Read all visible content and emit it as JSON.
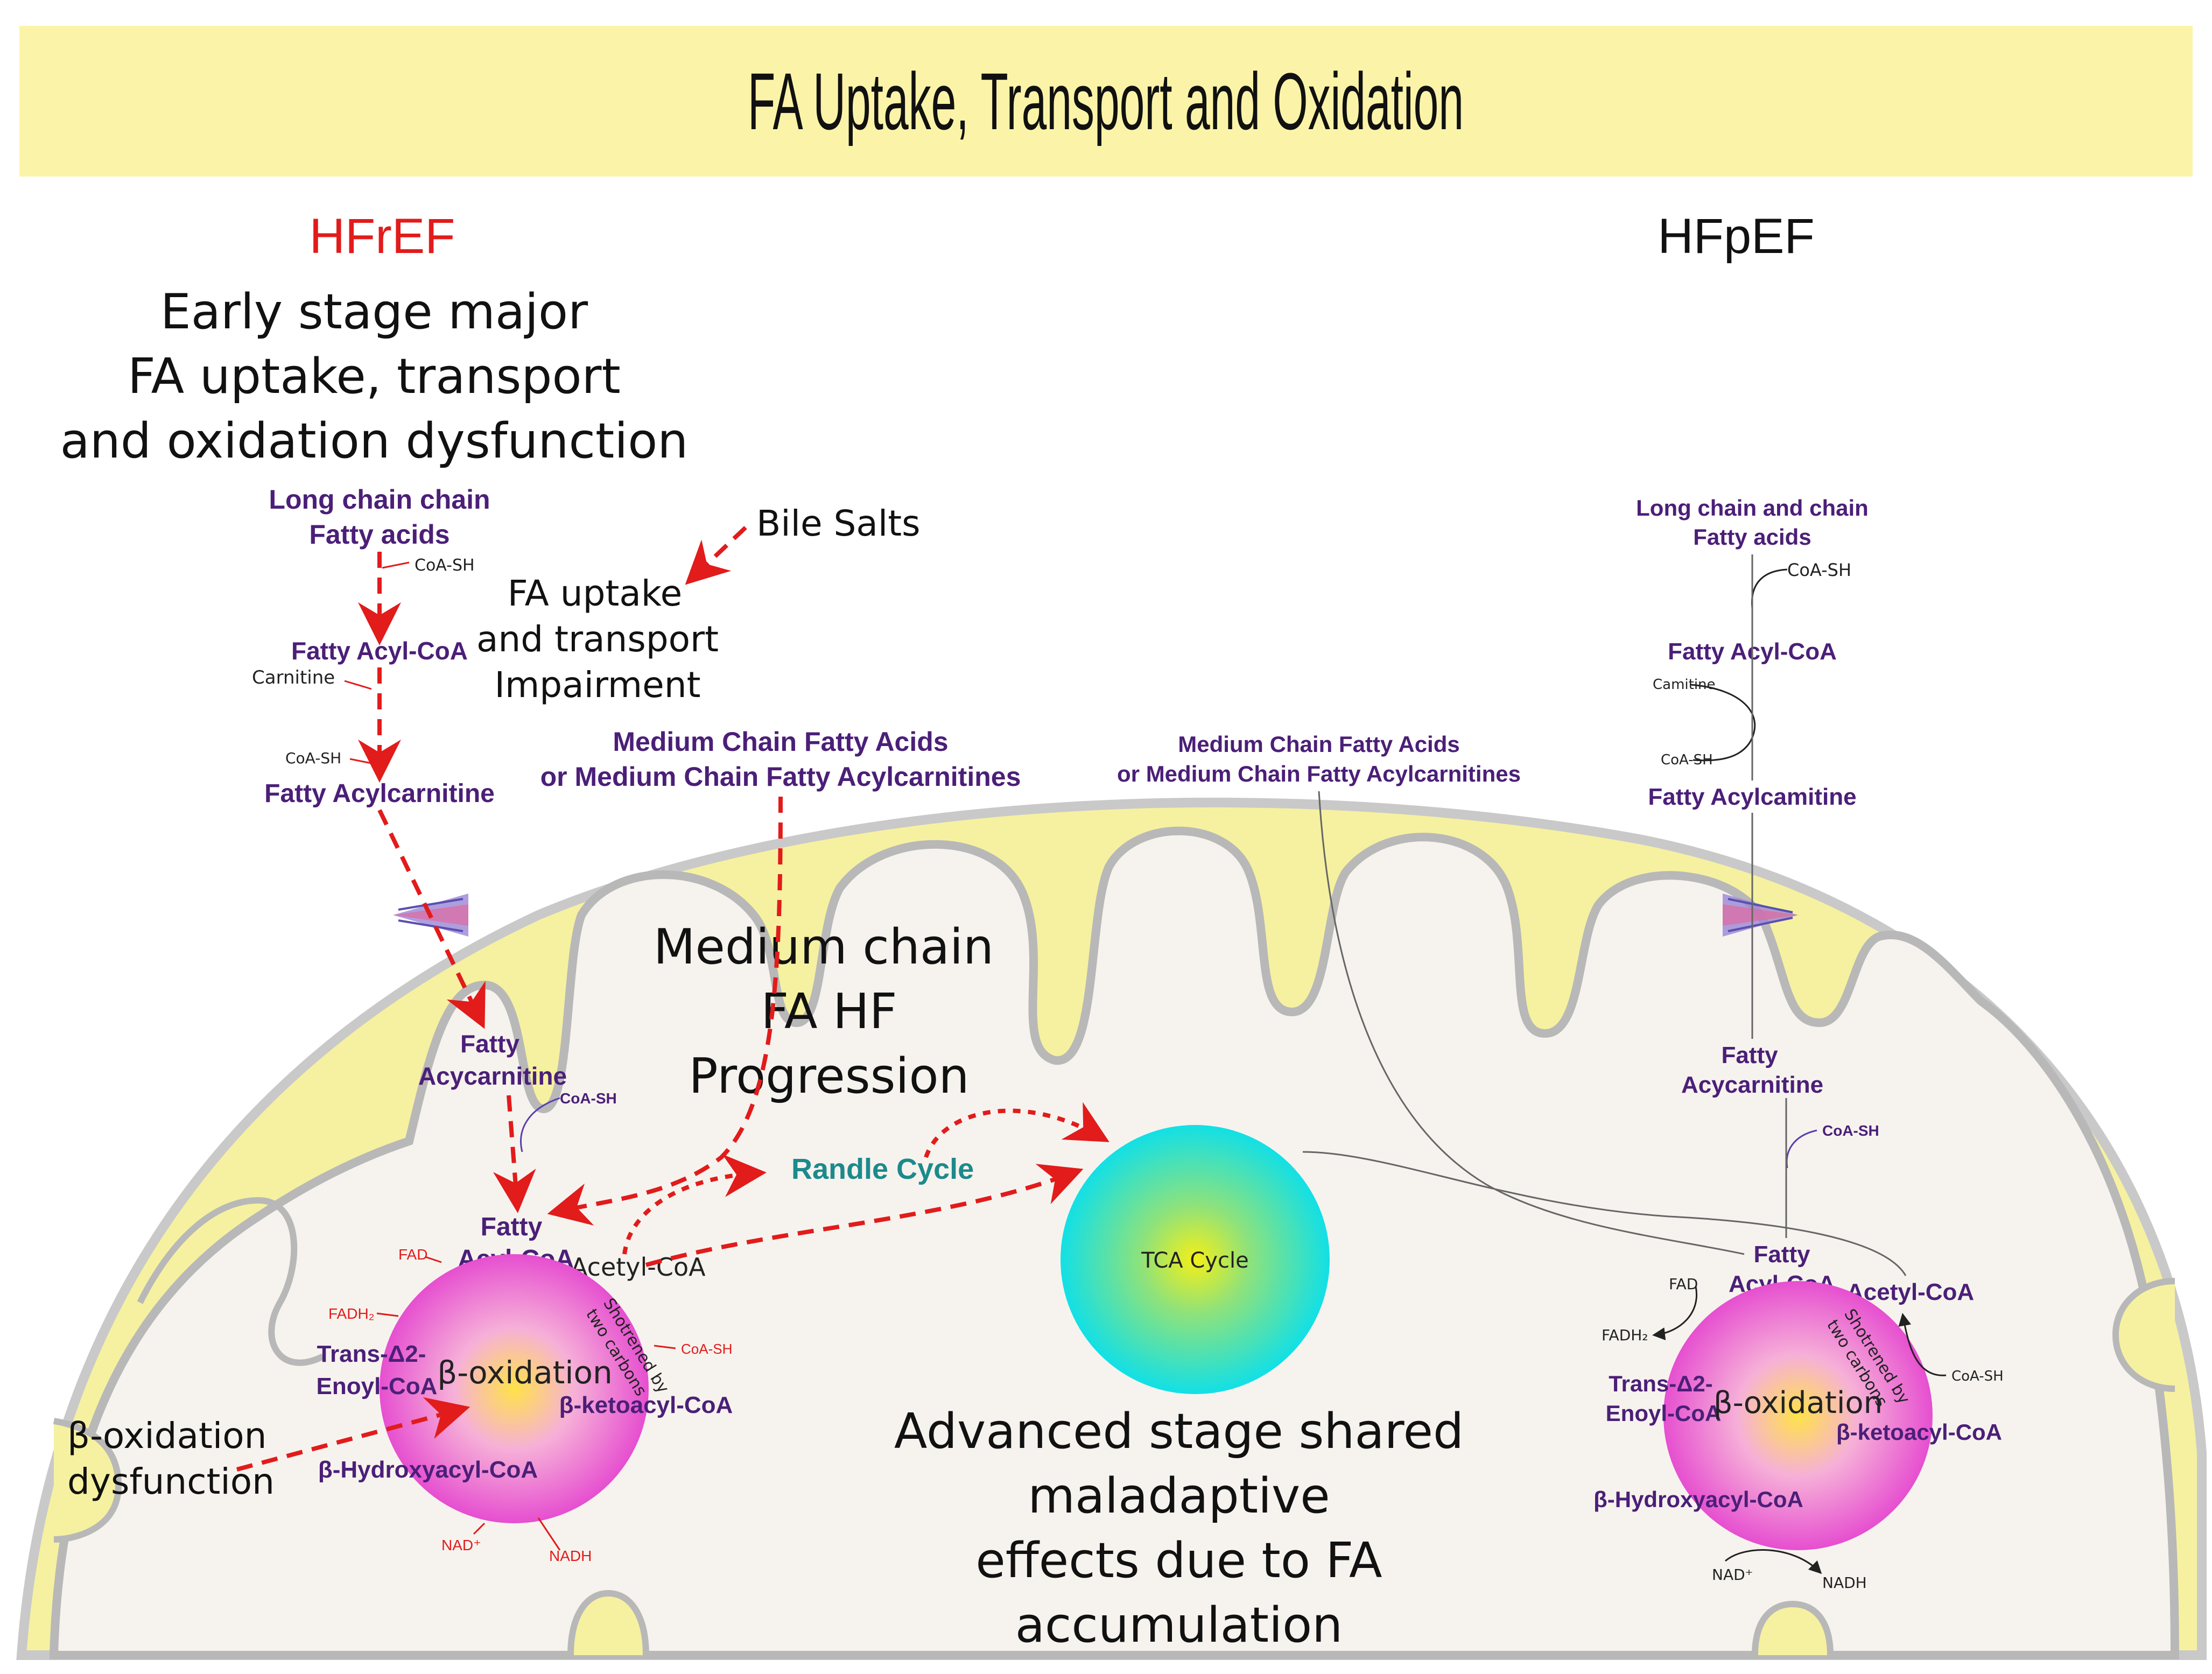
{
  "title": "FA Uptake, Transport and Oxidation",
  "left": {
    "heading": "HFrEF",
    "subtitle_lines": [
      "Early stage major",
      "FA uptake, transport",
      "and oxidation dysfunction"
    ],
    "long_chain_lines": [
      "Long chain chain",
      "Fatty acids"
    ],
    "coash_1": "CoA-SH",
    "fatty_acyl_coa_cyto": "Fatty Acyl-CoA",
    "carnitine": "Carnitine",
    "coash_2": "CoA-SH",
    "fatty_acylcarnitine_cyto": "Fatty Acylcarnitine",
    "bile_salts": "Bile Salts",
    "impairment_lines": [
      "FA uptake",
      "and transport",
      "Impairment"
    ],
    "medium_chain_lines": [
      "Medium Chain Fatty Acids",
      "or Medium Chain Fatty Acylcarnitines"
    ],
    "mc_progression_lines": [
      "Medium chain",
      "FA HF",
      "Progression"
    ],
    "acylcarnitine_mito_lines": [
      "Fatty",
      "Acycarnitine"
    ],
    "coash_3": "CoA-SH",
    "acyl_coa_mito_lines": [
      "Fatty",
      "Acyl-CoA"
    ],
    "acetyl_coa": "Acetyl-CoA",
    "randle": "Randle Cycle",
    "fad": "FAD",
    "fadh2": "FADH₂",
    "trans_enoyl_lines": [
      "Trans-Δ2-",
      "Enoyl-CoA"
    ],
    "beta_ox": "β-oxidation",
    "shortened_lines": [
      "Shotrened by",
      "two carbons"
    ],
    "coash_4": "CoA-SH",
    "ketoacyl": "β-ketoacyl-CoA",
    "hydroxyacyl": "β-Hydroxyacyl-CoA",
    "nad": "NAD⁺",
    "nadh": "NADH",
    "dysfunction_lines": [
      "β-oxidation",
      "dysfunction"
    ]
  },
  "center": {
    "tca": "TCA Cycle",
    "advanced_lines": [
      "Advanced stage shared",
      "maladaptive",
      "effects due to FA",
      "accumulation"
    ]
  },
  "right": {
    "heading": "HFpEF",
    "long_chain_lines": [
      "Long chain and chain",
      "Fatty acids"
    ],
    "coash_1": "CoA-SH",
    "fatty_acyl_coa_cyto": "Fatty Acyl-CoA",
    "carnitine": "Camitine",
    "coash_2": "CoA-SH",
    "fatty_acylcarnitine_cyto": "Fatty Acylcamitine",
    "medium_chain_lines": [
      "Medium Chain Fatty Acids",
      "or Medium Chain Fatty Acylcarnitines"
    ],
    "acylcarnitine_mito_lines": [
      "Fatty",
      "Acycarnitine"
    ],
    "coash_3": "CoA-SH",
    "acyl_coa_mito_lines": [
      "Fatty",
      "Acyl-CoA"
    ],
    "acetyl_coa": "Acetyl-CoA",
    "fad": "FAD",
    "fadh2": "FADH₂",
    "trans_enoyl_lines": [
      "Trans-Δ2-",
      "Enoyl-CoA"
    ],
    "beta_ox": "β-oxidation",
    "shortened_lines": [
      "Shotrened by",
      "two carbons"
    ],
    "coash_4": "CoA-SH",
    "ketoacyl": "β-ketoacyl-CoA",
    "hydroxyacyl": "β-Hydroxyacyl-CoA",
    "nad": "NAD⁺",
    "nadh": "NADH"
  },
  "colors": {
    "banner": "#fbf4a8",
    "outer_membrane": "#f6f1a0",
    "matrix": "#f6f3ee",
    "arrow_red": "#e21b1b",
    "label_purple": "#4b1f78",
    "randle_teal": "#1c8a8c"
  }
}
